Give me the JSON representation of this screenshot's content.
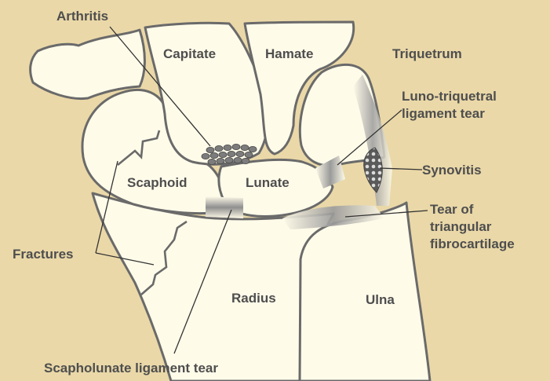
{
  "labels": {
    "arthritis": "Arthritis",
    "capitate": "Capitate",
    "hamate": "Hamate",
    "triquetrum": "Triquetrum",
    "luno_line1": "Luno-triquetral",
    "luno_line2": "ligament tear",
    "scaphoid": "Scaphoid",
    "lunate": "Lunate",
    "synovitis": "Synovitis",
    "tear_line1": "Tear of",
    "tear_line2": "triangular",
    "tear_line3": "fibrocartilage",
    "fractures": "Fractures",
    "radius": "Radius",
    "ulna": "Ulna",
    "scapholunate": "Scapholunate ligament tear"
  },
  "colors": {
    "background": "#ead8a8",
    "bone_fill": "#fffbe9",
    "outline": "#6a6a6a",
    "label_text": "#4e4e4e"
  }
}
